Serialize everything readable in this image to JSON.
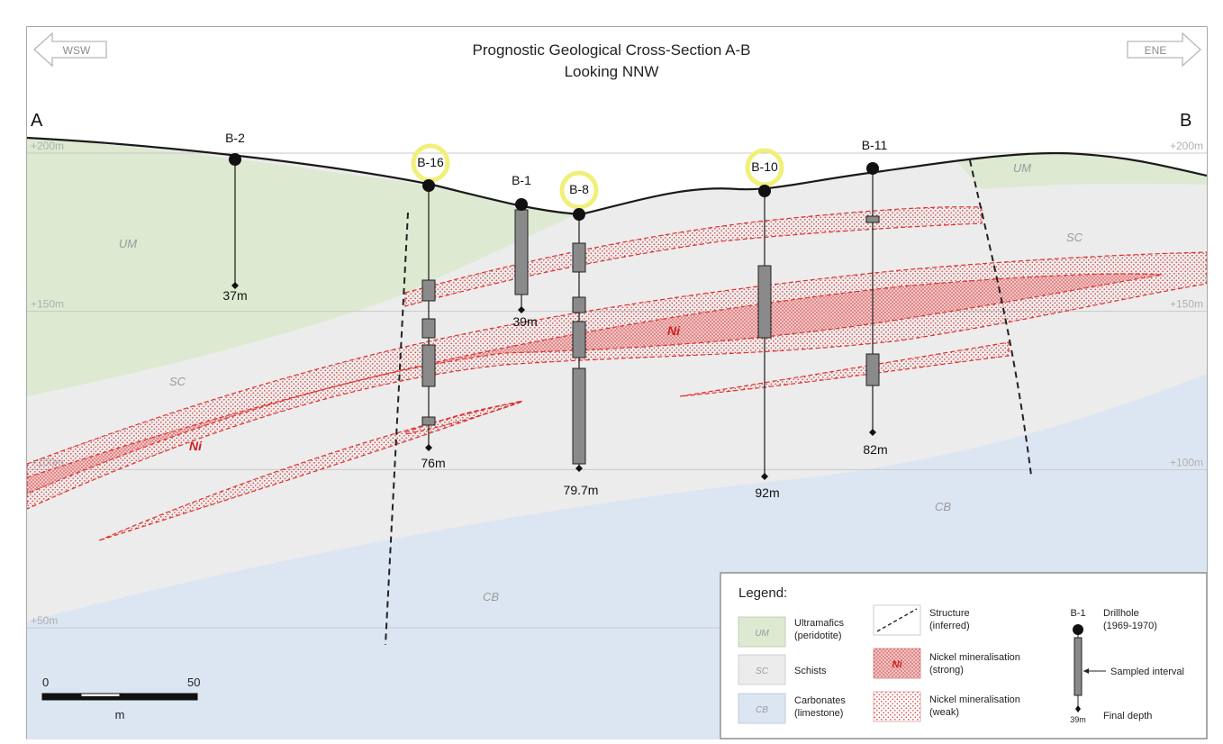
{
  "figure": {
    "title_line1": "Prognostic Geological Cross-Section A-B",
    "title_line2": "Looking NNW",
    "left_direction": "WSW",
    "right_direction": "ENE",
    "left_end": "A",
    "right_end": "B"
  },
  "elevations": [
    {
      "value": 200,
      "label": "+200m"
    },
    {
      "value": 150,
      "label": "+150m"
    },
    {
      "value": 100,
      "label": "+100m"
    },
    {
      "value": 50,
      "label": "+50m"
    }
  ],
  "units": [
    {
      "code": "UM",
      "label": "UM"
    },
    {
      "code": "UM_right",
      "label": "UM"
    },
    {
      "code": "SC_left",
      "label": "SC"
    },
    {
      "code": "SC_right",
      "label": "SC"
    },
    {
      "code": "CB_left",
      "label": "CB"
    },
    {
      "code": "CB_right",
      "label": "CB"
    }
  ],
  "ni_labels": [
    "Ni",
    "Ni"
  ],
  "drillholes": [
    {
      "id": "B-2",
      "depth_label": "37m",
      "highlighted": false
    },
    {
      "id": "B-16",
      "depth_label": "76m",
      "highlighted": true
    },
    {
      "id": "B-1",
      "depth_label": "39m",
      "highlighted": false
    },
    {
      "id": "B-8",
      "depth_label": "79.7m",
      "highlighted": true
    },
    {
      "id": "B-10",
      "depth_label": "92m",
      "highlighted": true
    },
    {
      "id": "B-11",
      "depth_label": "82m",
      "highlighted": false
    }
  ],
  "scale_bar": {
    "min_label": "0",
    "max_label": "50",
    "unit_label": "m"
  },
  "legend": {
    "title": "Legend:",
    "items": [
      {
        "swatch": "UM",
        "line1": "Ultramafics",
        "line2": "(peridotite)"
      },
      {
        "swatch": "SC",
        "line1": "Schists",
        "line2": ""
      },
      {
        "swatch": "CB",
        "line1": "Carbonates",
        "line2": "(limestone)"
      },
      {
        "swatch": "",
        "line1": "Structure",
        "line2": "(inferred)"
      },
      {
        "swatch": "Ni",
        "line1": "Nickel mineralisation",
        "line2": "(strong)"
      },
      {
        "swatch": "",
        "line1": "Nickel mineralisation",
        "line2": "(weak)"
      }
    ],
    "drillhole": {
      "hole_id": "B-1",
      "label_line1": "Drillhole",
      "label_line2": "(1969-1970)",
      "sampled_label": "Sampled interval",
      "depth_value": "39m",
      "depth_label": "Final depth"
    }
  },
  "colors": {
    "um": "#dde9d0",
    "sc": "#ececec",
    "cb": "#dce6f2",
    "ni": "#e03030",
    "ni_strong": "#f4c9c9",
    "highlight": "#f0f07a"
  }
}
